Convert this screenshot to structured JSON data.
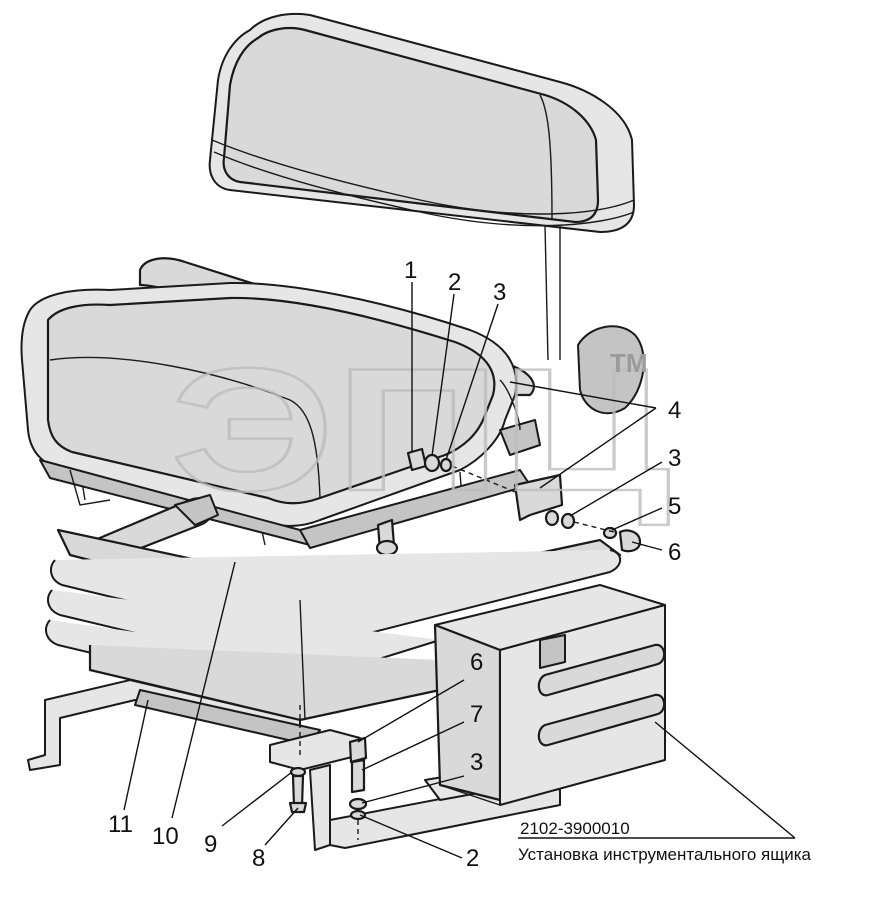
{
  "callouts": [
    {
      "id": "c1",
      "label": "1"
    },
    {
      "id": "c2a",
      "label": "2"
    },
    {
      "id": "c3a",
      "label": "3"
    },
    {
      "id": "c4",
      "label": "4"
    },
    {
      "id": "c3b",
      "label": "3"
    },
    {
      "id": "c5",
      "label": "5"
    },
    {
      "id": "c6a",
      "label": "6"
    },
    {
      "id": "c6b",
      "label": "6"
    },
    {
      "id": "c7",
      "label": "7"
    },
    {
      "id": "c3c",
      "label": "3"
    },
    {
      "id": "c2b",
      "label": "2"
    },
    {
      "id": "c8",
      "label": "8"
    },
    {
      "id": "c9",
      "label": "9"
    },
    {
      "id": "c10",
      "label": "10"
    },
    {
      "id": "c11",
      "label": "11"
    }
  ],
  "caption": {
    "part_number": "2102-3900010",
    "description": "Установка инструментального ящика"
  },
  "watermark": {
    "text": "ЭПЦ",
    "trademark": "TM"
  },
  "colors": {
    "line": "#1a1a1a",
    "fill": "#d9d9d9",
    "watermark": "#bdbdbd"
  }
}
